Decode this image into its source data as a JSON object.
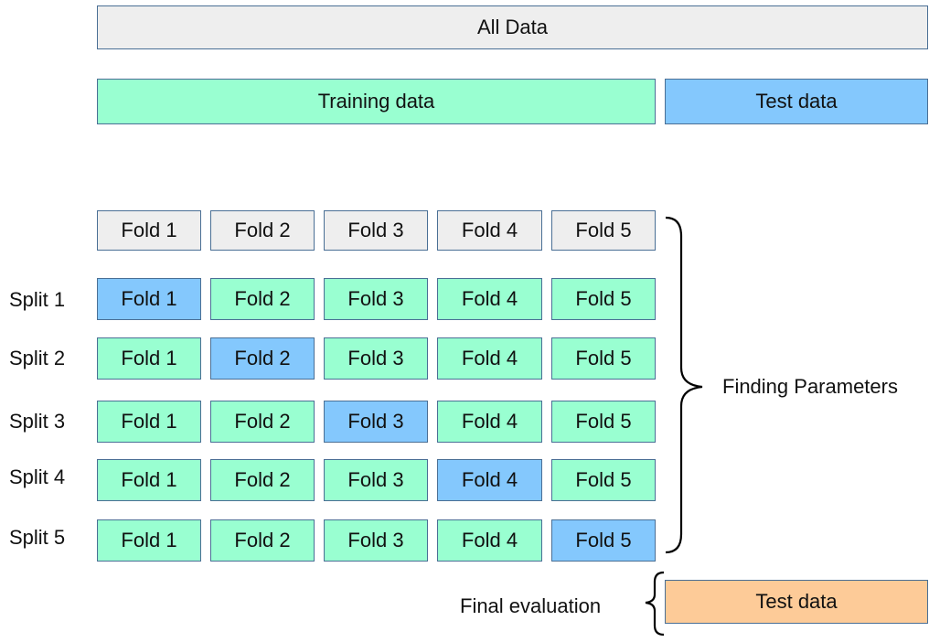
{
  "top": {
    "all_data": "All Data",
    "training_data": "Training data",
    "test_data": "Test data"
  },
  "header_folds": [
    "Fold 1",
    "Fold 2",
    "Fold 3",
    "Fold 4",
    "Fold 5"
  ],
  "splits": [
    {
      "label": "Split 1",
      "test_fold": 1,
      "folds": [
        "Fold 1",
        "Fold 2",
        "Fold 3",
        "Fold 4",
        "Fold 5"
      ]
    },
    {
      "label": "Split 2",
      "test_fold": 2,
      "folds": [
        "Fold 1",
        "Fold 2",
        "Fold 3",
        "Fold 4",
        "Fold 5"
      ]
    },
    {
      "label": "Split 3",
      "test_fold": 3,
      "folds": [
        "Fold 1",
        "Fold 2",
        "Fold 3",
        "Fold 4",
        "Fold 5"
      ]
    },
    {
      "label": "Split 4",
      "test_fold": 4,
      "folds": [
        "Fold 1",
        "Fold 2",
        "Fold 3",
        "Fold 4",
        "Fold 5"
      ]
    },
    {
      "label": "Split 5",
      "test_fold": 5,
      "folds": [
        "Fold 1",
        "Fold 2",
        "Fold 3",
        "Fold 4",
        "Fold 5"
      ]
    }
  ],
  "annotations": {
    "finding_parameters": "Finding Parameters",
    "final_evaluation": "Final evaluation",
    "final_test_data": "Test data"
  },
  "colors": {
    "all_data": "#eeeeee",
    "training": "#99ffd1",
    "test": "#84c8fd",
    "final_test": "#fdcb98",
    "border": "#4a6f95"
  }
}
